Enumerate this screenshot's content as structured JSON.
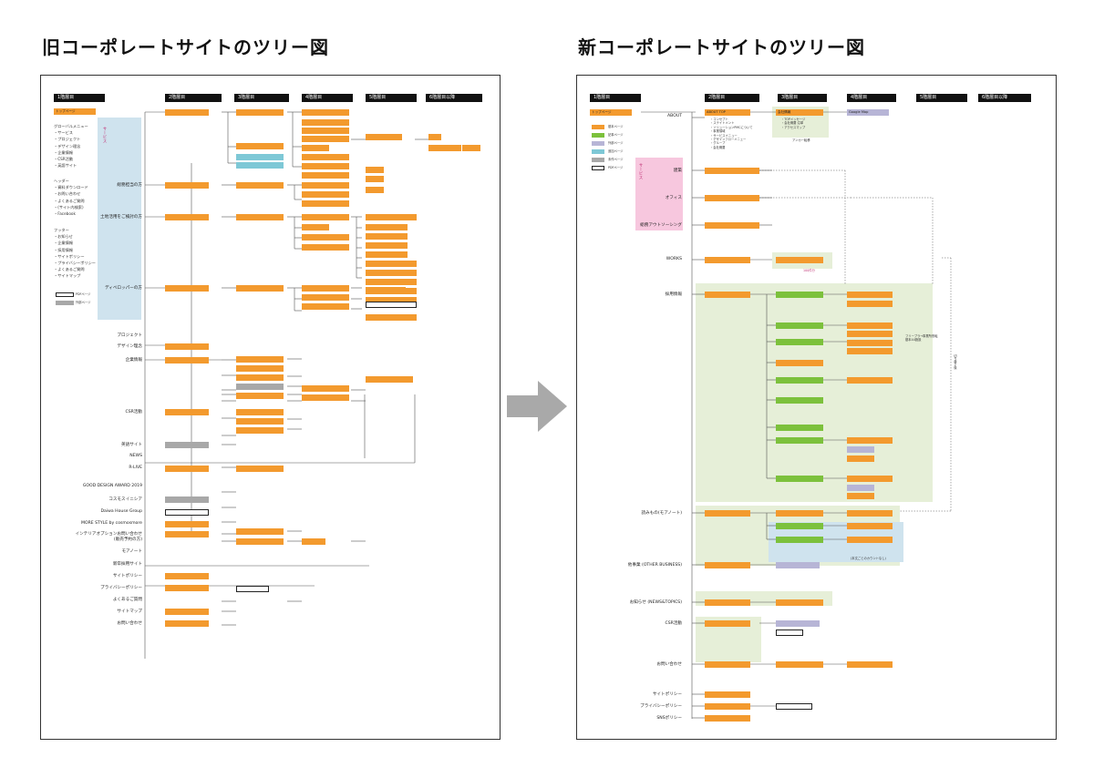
{
  "titles": {
    "old": "旧コーポレートサイトのツリー図",
    "new": "新コーポレートサイトのツリー図"
  },
  "colors": {
    "orange": "#f39a2e",
    "green": "#7cc13c",
    "purple": "#b7b5d6",
    "blue": "#7ec8d6",
    "gray": "#a8a8a8",
    "zone_green": "#e6efd8",
    "zone_blue": "#cfe3ee",
    "zone_pink": "#f7c7de"
  },
  "old": {
    "headers": [
      "1階層目",
      "2階層目",
      "3階層目",
      "4階層目",
      "5階層目",
      "6階層目以降"
    ],
    "top": "トップページ",
    "service_tag": "サービス",
    "global_nav": "グローバルメニュー\n・サービス\n・プロジェクト\n・デザイン理念\n・企業情報\n・CSR活動\n・英語サイト",
    "header_nav": "ヘッダー\n・資料ダウンロード\n・お問い合わせ\n・よくあるご質問\n・(サイト内検索)\n・Facebook",
    "footer_nav": "フッター\n・お知らせ\n・企業情報\n・採用情報\n・サイトポリシー\n・プライバシーポリシー\n・よくあるご質問\n・サイトマップ",
    "legend": [
      "PDFページ",
      "外部ページ"
    ],
    "labels": [
      "総務担当の方",
      "土地活用をご検討の方",
      "ディベロッパーの方",
      "プロジェクト",
      "デザイン理念",
      "企業情報",
      "CSR活動",
      "英語サイト",
      "NEWS",
      "R-LIVE",
      "GOOD DESIGN AWARD 2019",
      "コスモスイニシア",
      "Daiwa House Group",
      "MORE STYLE by cosmosmore",
      "インテリアオプションお問い合わせ\n(販売予約の方)",
      "モアノート",
      "新卒採用サイト",
      "サイトポリシー",
      "プライバシーポリシー",
      "よくあるご質問",
      "サイトマップ",
      "お問い合わせ"
    ]
  },
  "new": {
    "headers": [
      "1階層目",
      "2階層目",
      "3階層目",
      "4階層目",
      "5階層目",
      "6階層目以降"
    ],
    "top": "トップページ",
    "legend": [
      "基本ページ",
      "記事ページ",
      "外部ページ",
      "追加ページ",
      "未作ページ",
      "PDFページ"
    ],
    "service_tag": "サービス",
    "labels": [
      "ABOUT",
      "建築",
      "オフィス",
      "総務アウトソーシング",
      "WORKS",
      "採用情報",
      "読みもの(モアノート)",
      "他事業 (OTHER BUSINESS)",
      "お知らせ (NEWS&TOPICS)",
      "CSR活動",
      "お問い合わせ",
      "サイトポリシー",
      "プライバシーポリシー",
      "SNSポリシー"
    ],
    "about_top": "ABOUT TOP",
    "company": "会社情報",
    "google_map": "Google Map",
    "about_sub": "・コンセプト\n・ステイトメント\n・ソリューションPMCについて\n・事業領域\n・サービスメニュー\n・デザインフローメニュー\n・グループ\n・会社概要",
    "company_sub": "・TOPメッセージ\n・会社概要 沿革\n・アクセスマップ",
    "anchor_note": "アンカー転移",
    "works_count": "100件分",
    "recruit_note": "フリーブラ→事業所別転\n基本44施設",
    "kirikae": "切り替え後",
    "moa_note": "(本文ごとのカウントなし)"
  },
  "arrow_label": ""
}
